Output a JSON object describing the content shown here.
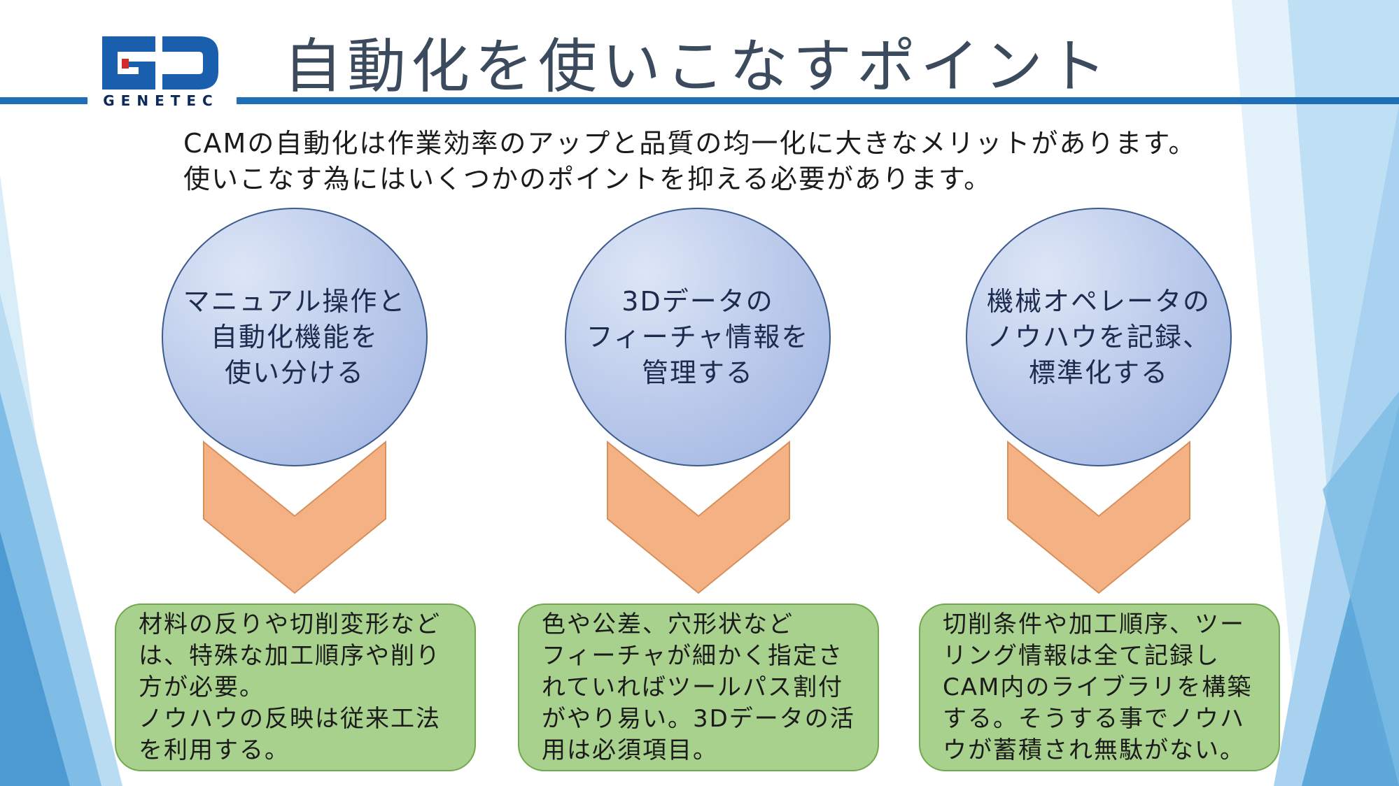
{
  "title": "自動化を使いこなすポイント",
  "logo": {
    "text": "GENETEC"
  },
  "intro": {
    "line1": "CAMの自動化は作業効率のアップと品質の均一化に大きなメリットがあります。",
    "line2": "使いこなす為にはいくつかのポイントを抑える必要があります。"
  },
  "points": [
    {
      "circle_text": "マニュアル操作と\n自動化機能を\n使い分ける",
      "card_text": "材料の反りや切削変形など\nは、特殊な加工順序や削り\n方が必要。\nノウハウの反映は従来工法\nを利用する。"
    },
    {
      "circle_text": "3Dデータの\nフィーチャ情報を\n管理する",
      "card_text": "色や公差、穴形状など\nフィーチャが細かく指定さ\nれていればツールパス割付\nがやり易い。3Dデータの活\n用は必須項目。"
    },
    {
      "circle_text": "機械オペレータの\nノウハウを記録、\n標準化する",
      "card_text": "切削条件や加工順序、ツー\nリング情報は全て記録し\nCAM内のライブラリを構築\nする。そうする事でノウハ\nウが蓄積され無駄がない。"
    }
  ],
  "colors": {
    "header_rule": "#1f6fb8",
    "circle_fill": "#b8c8ea",
    "circle_border": "#3c5b8c",
    "chevron_fill": "#f4b183",
    "card_fill": "#a9d18e",
    "card_border": "#70a94e",
    "logo_blue": "#1a5fae",
    "logo_red": "#d42a2a"
  }
}
